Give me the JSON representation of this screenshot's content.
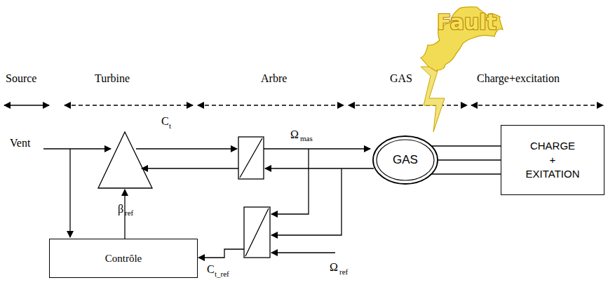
{
  "diagram": {
    "nodes": [
      {
        "text": [
          "Fault"
        ]
      },
      {
        "text": [
          "GAS"
        ]
      },
      {
        "text": [
          "CHARGE + EXITATION"
        ]
      },
      {
        "text": [
          "Contrôle"
        ]
      }
    ],
    "edges": [
      {
        "from": 1,
        "to": 2,
        "arrow": "none"
      }
    ],
    "labels": [
      "Source",
      "Turbine",
      "Arbre",
      "GAS",
      "Charge+excitation",
      "C",
      "t",
      "Vent",
      "Ω",
      "mas",
      "β",
      "ref",
      "C",
      "t_ref",
      "Ω",
      "ref"
    ]
  }
}
